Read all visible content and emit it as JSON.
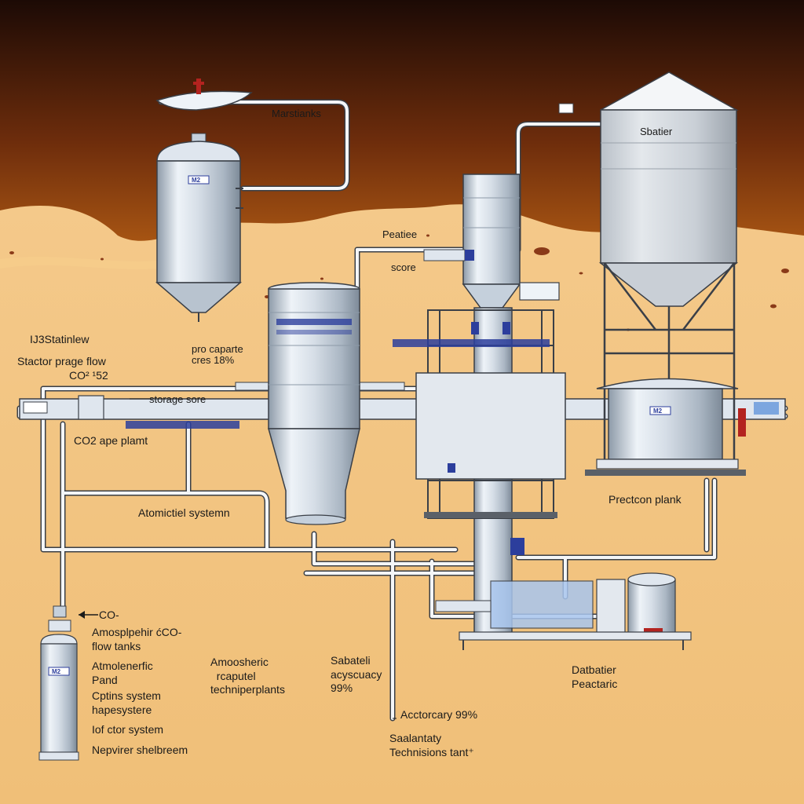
{
  "colors": {
    "sky_top": "#1c0a05",
    "sky_mid": "#6e2d0c",
    "sky_horizon": "#b05b14",
    "sand": "#f1c27d",
    "sand_light": "#f6cf8c",
    "tank_light": "#eef3f8",
    "tank_mid": "#c5d0dc",
    "tank_dark": "#8d9aa8",
    "pipe": "#f4f6f8",
    "pipe_outline": "#3a3f47",
    "accent_blue": "#2c3e9c",
    "accent_red": "#b3231f",
    "rock": "#8a3a18"
  },
  "labels": {
    "marsti_anks": "Marstianks",
    "sbatier": "Sbatier",
    "peatiee": "Peatiee",
    "score": "score",
    "pro_caparte": "pro caparte",
    "cres": "cres 18%",
    "ustatinlew": "IJ3Statinlew",
    "stactor_flow": "Stactor prage flow",
    "co_152": "CO²  ¹52",
    "storage_sore": "storage sore",
    "co2_plant": "CO2 ape plamt",
    "atomictiel": "Atomictiel systemn",
    "precton_plank": "Prectcon plank",
    "co_arrow": "CO-",
    "atmospheric_flow": "Amosplpehir ćCO-\nflow tanks",
    "atmolenerfic": "Atmolenerfic\nPand",
    "cptins": "Cptins system\nhapesystere",
    "iof_ctor": "Iof ctor system",
    "nepvirer": "Nepvirer shelbreem",
    "amoosheric": "Amoosheric\n  rcaputel\ntechniperplants",
    "sabateli": "Sabateli\nacyscuacy\n99%",
    "acctorcary": "Acctorcary 99%",
    "saalantaty": "Saalantaty\nTechnisions tant⁺",
    "datbatier": "Datbatier\nPeactaric"
  },
  "icons": [
    "tank-logo-icon",
    "valve-icon",
    "arrow-left-icon",
    "gauge-icon"
  ]
}
